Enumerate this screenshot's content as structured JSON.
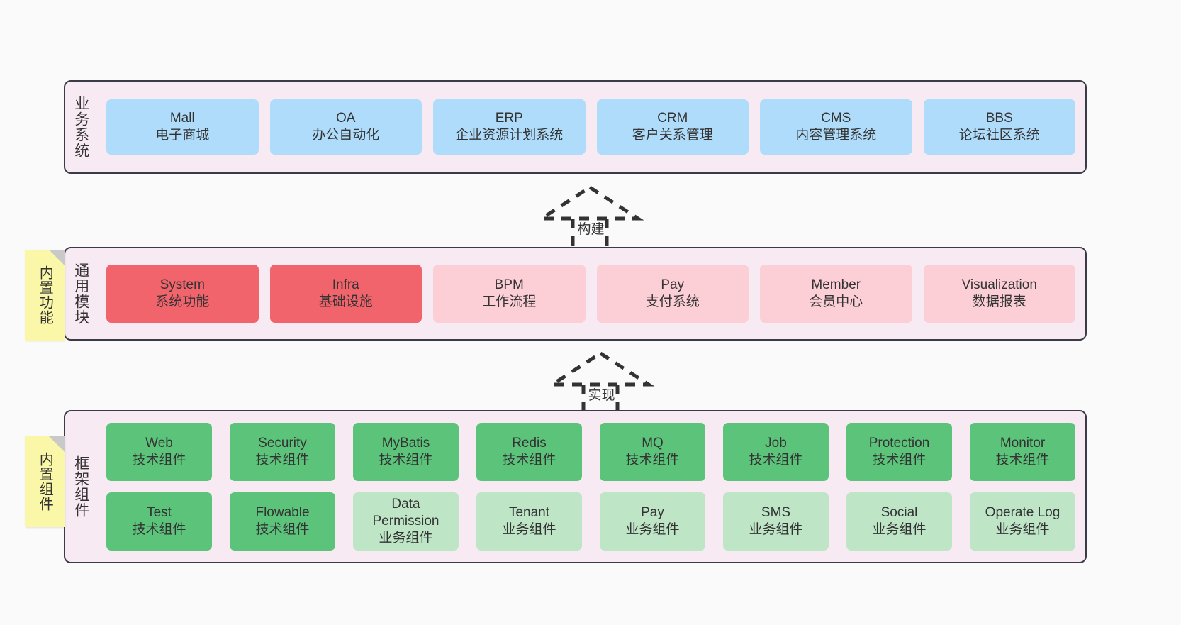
{
  "sections": [
    {
      "id": "business",
      "label": "业务系统",
      "items": [
        {
          "title": "Mall",
          "subtitle": "电子商城"
        },
        {
          "title": "OA",
          "subtitle": "办公自动化"
        },
        {
          "title": "ERP",
          "subtitle": "企业资源计划系统"
        },
        {
          "title": "CRM",
          "subtitle": "客户关系管理"
        },
        {
          "title": "CMS",
          "subtitle": "内容管理系统"
        },
        {
          "title": "BBS",
          "subtitle": "论坛社区系统"
        }
      ]
    },
    {
      "id": "module",
      "label": "通用模块",
      "items": [
        {
          "title": "System",
          "subtitle": "系统功能"
        },
        {
          "title": "Infra",
          "subtitle": "基础设施"
        },
        {
          "title": "BPM",
          "subtitle": "工作流程"
        },
        {
          "title": "Pay",
          "subtitle": "支付系统"
        },
        {
          "title": "Member",
          "subtitle": "会员中心"
        },
        {
          "title": "Visualization",
          "subtitle": "数据报表"
        }
      ]
    },
    {
      "id": "framework",
      "label": "框架组件",
      "items": [
        {
          "title": "Web",
          "subtitle": "技术组件"
        },
        {
          "title": "Security",
          "subtitle": "技术组件"
        },
        {
          "title": "MyBatis",
          "subtitle": "技术组件"
        },
        {
          "title": "Redis",
          "subtitle": "技术组件"
        },
        {
          "title": "MQ",
          "subtitle": "技术组件"
        },
        {
          "title": "Job",
          "subtitle": "技术组件"
        },
        {
          "title": "Protection",
          "subtitle": "技术组件"
        },
        {
          "title": "Monitor",
          "subtitle": "技术组件"
        },
        {
          "title": "Test",
          "subtitle": "技术组件"
        },
        {
          "title": "Flowable",
          "subtitle": "技术组件"
        },
        {
          "title": "Data Permission",
          "subtitle": "业务组件"
        },
        {
          "title": "Tenant",
          "subtitle": "业务组件"
        },
        {
          "title": "Pay",
          "subtitle": "业务组件"
        },
        {
          "title": "SMS",
          "subtitle": "业务组件"
        },
        {
          "title": "Social",
          "subtitle": "业务组件"
        },
        {
          "title": "Operate Log",
          "subtitle": "业务组件"
        }
      ]
    }
  ],
  "connectors": [
    {
      "id": "build",
      "label": "构建"
    },
    {
      "id": "implement",
      "label": "实现"
    }
  ],
  "sticky_notes": [
    {
      "id": "builtin-features",
      "label": "内置功能"
    },
    {
      "id": "builtin-components",
      "label": "内置组件"
    }
  ],
  "colors": {
    "container_bg": "#F8EAF3",
    "container_border": "#3b3b47",
    "business_box": "#AEDCFA",
    "module_box_strong": "#F1646C",
    "module_box_soft": "#FCCFD6",
    "framework_tech": "#5CC47A",
    "framework_biz": "#BDE5C6",
    "sticky_note": "#FBF7A8",
    "connector": "#333333",
    "page_bg": "#fafafa"
  }
}
